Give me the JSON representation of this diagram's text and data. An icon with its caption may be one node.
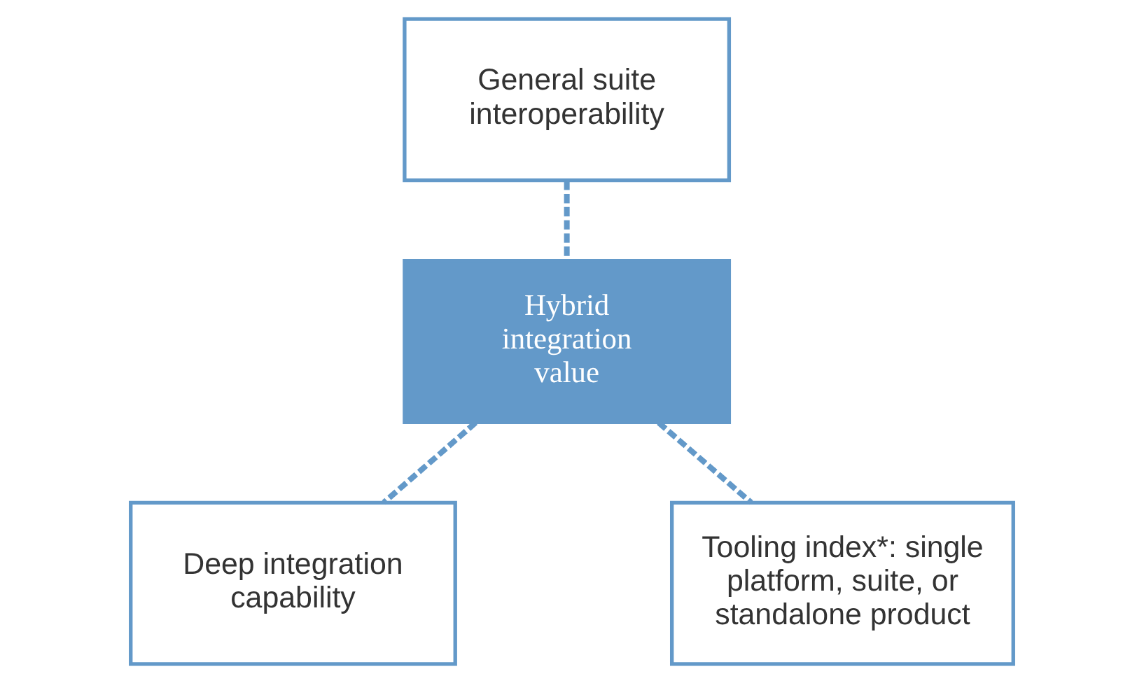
{
  "diagram": {
    "nodes": [
      {
        "text": [
          "General suite interoperability"
        ]
      },
      {
        "text": [
          "Hybrid integration value"
        ]
      },
      {
        "text": [
          "Deep integration capability"
        ]
      },
      {
        "text": [
          "Tooling index*: single platform, suite, or standalone product"
        ]
      }
    ],
    "edges": [
      {
        "from": 0,
        "to": 1,
        "arrow": "none",
        "style": "dashed"
      },
      {
        "from": 1,
        "to": 2,
        "arrow": "none",
        "style": "dashed"
      },
      {
        "from": 1,
        "to": 3,
        "arrow": "none",
        "style": "dashed"
      }
    ]
  }
}
